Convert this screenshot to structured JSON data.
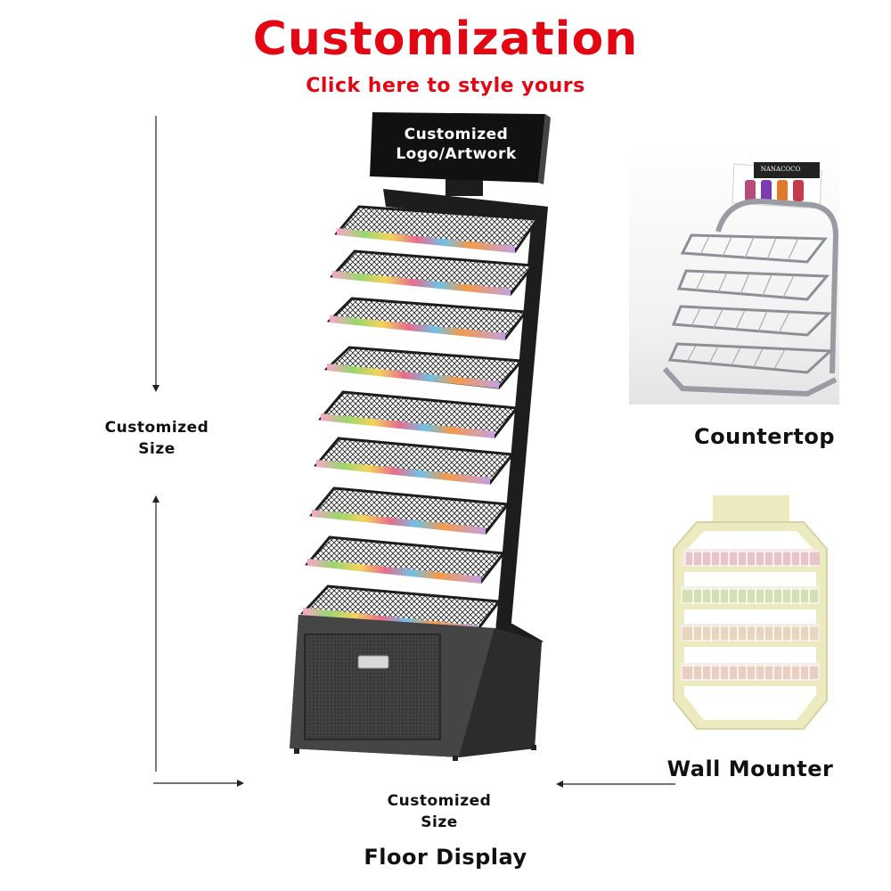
{
  "header": {
    "title": "Customization",
    "subtitle": "Click here to style yours"
  },
  "floor_display": {
    "sign_line1": "Customized",
    "sign_line2": "Logo/Artwork",
    "height_label_line1": "Customized",
    "height_label_line2": "Size",
    "width_label_line1": "Customized",
    "width_label_line2": "Size",
    "caption": "Floor Display"
  },
  "countertop": {
    "caption": "Countertop",
    "sign_brand": "NANACOCO"
  },
  "wall_mounter": {
    "caption": "Wall Mounter"
  },
  "colors": {
    "accent_red": "#e30613",
    "frame_black": "#1d1d1d",
    "base_gray": "#3f3f3f",
    "wall_frame": "#ecebc0"
  }
}
